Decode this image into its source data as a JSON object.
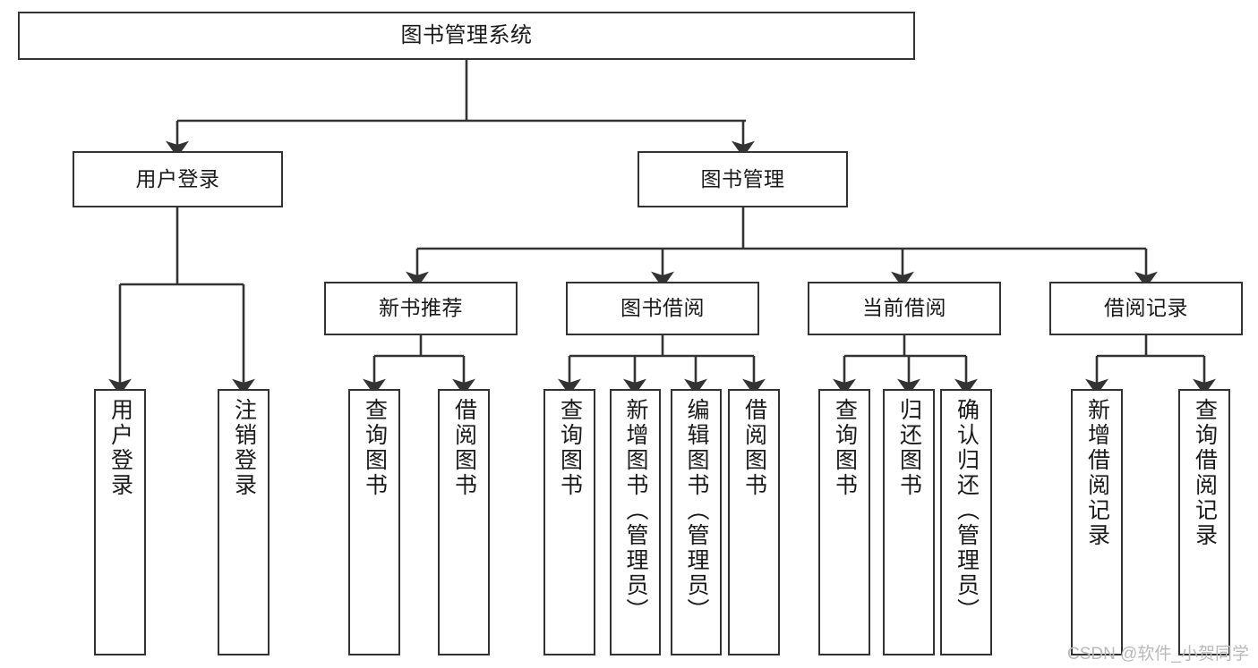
{
  "diagram": {
    "title": "图书管理系统",
    "type": "functional-structure-tree",
    "watermark": "CSDN @软件_小贺同学",
    "colors": {
      "stroke": "#333333",
      "fill": "#ffffff",
      "text": "#1a1a1a",
      "watermark": "#b9b9b9"
    },
    "root": {
      "label": "图书管理系统"
    },
    "level1": [
      {
        "label": "用户登录"
      },
      {
        "label": "图书管理"
      }
    ],
    "level2": [
      {
        "label": "新书推荐"
      },
      {
        "label": "图书借阅"
      },
      {
        "label": "当前借阅"
      },
      {
        "label": "借阅记录"
      }
    ],
    "leaves": {
      "user_login": [
        {
          "label": "用户登录"
        },
        {
          "label": "注销登录"
        }
      ],
      "new_book_recommend": [
        {
          "label": "查询图书"
        },
        {
          "label": "借阅图书"
        }
      ],
      "book_borrow": [
        {
          "label": "查询图书"
        },
        {
          "label": "新增图书（管理员）"
        },
        {
          "label": "编辑图书（管理员）"
        },
        {
          "label": "借阅图书"
        }
      ],
      "current_borrow": [
        {
          "label": "查询图书"
        },
        {
          "label": "归还图书"
        },
        {
          "label": "确认归还（管理员）"
        }
      ],
      "borrow_record": [
        {
          "label": "新增借阅记录"
        },
        {
          "label": "查询借阅记录"
        }
      ]
    }
  }
}
